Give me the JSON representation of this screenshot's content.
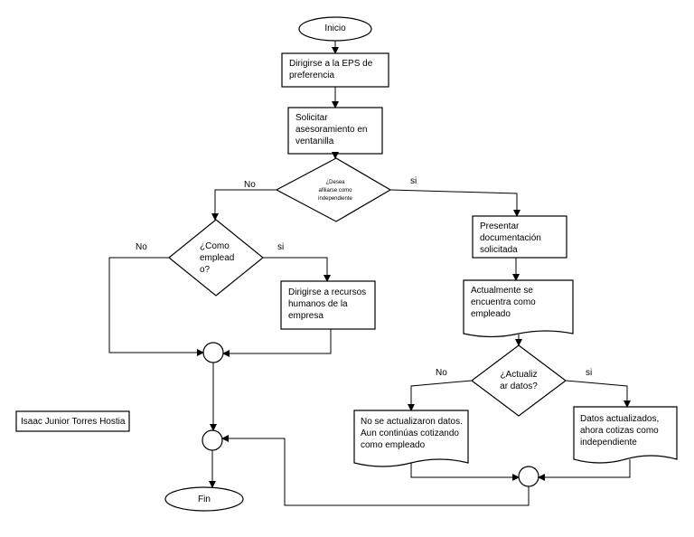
{
  "nodes": {
    "inicio": "Inicio",
    "dirigirse_eps": "Dirigirse a la EPS de\npreferencia",
    "solicitar": "Solicitar\nasesoramiento en\nventanilla",
    "desea_afiliarse": "¿Desea\nafiliarse como\nindependiente",
    "como_empleado": "¿Como\nemplead\no?",
    "recursos_humanos": "Dirigirse a recursos\nhumanos de la\nempresa",
    "presentar": "Presentar\ndocumentación\nsolicitada",
    "actualmente": "Actualmente se\nencuentra como\nempleado",
    "actualizar": "¿Actualiz\nar datos?",
    "no_actualizaron": "No se actualizaron datos.\nAun continúas cotizando\ncomo empleado",
    "actualizados": "Datos actualizados,\nahora cotizas como\nindependiente",
    "fin": "Fin",
    "author": "Isaac Junior Torres Hostia"
  },
  "edges": {
    "no": "No",
    "si": "si"
  }
}
